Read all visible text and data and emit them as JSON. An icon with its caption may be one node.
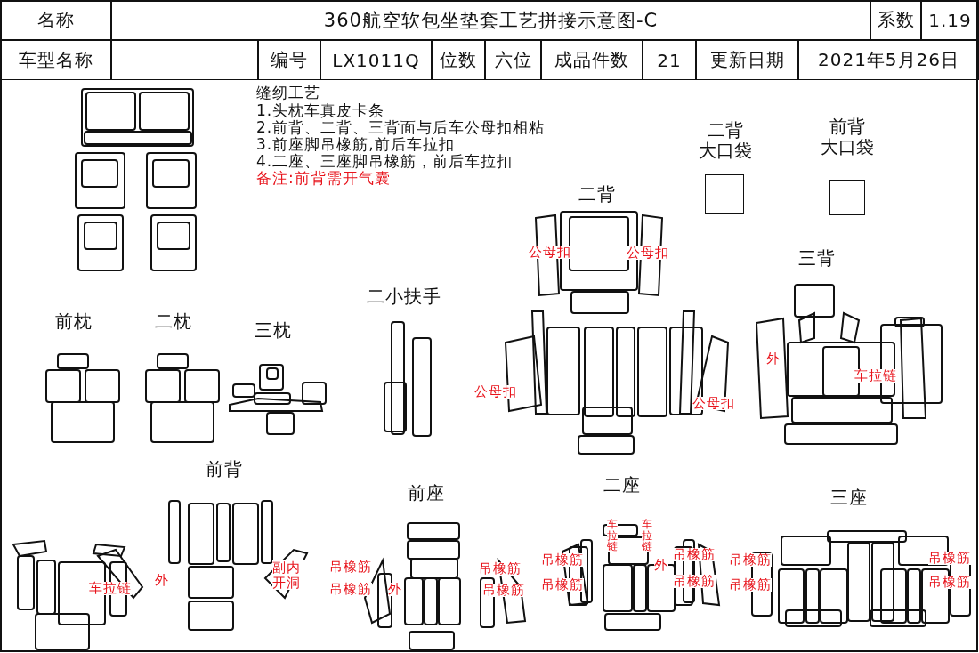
{
  "diagram": {
    "nodes": [
      {
        "text": [
          "二背",
          "大口袋"
        ]
      },
      {
        "text": [
          "前背",
          "大口袋"
        ]
      }
    ],
    "edges": [],
    "labels": [
      "名称",
      "360航空软包坐垫套工艺拼接示意图-C",
      "系数",
      "1.19",
      "车型名称",
      "编号",
      "LX1011Q",
      "位数",
      "六位",
      "成品件数",
      "21",
      "更新日期",
      "2021年5月26日",
      "缝纫工艺",
      "1.头枕车真皮卡条",
      "2.前背、二背、三背面与后车公母扣相粘",
      "3.前座脚吊橡筋,前后车拉扣",
      "4.二座、三座脚吊橡筋，前后车拉扣",
      "备注:前背需开气囊",
      "二背",
      "公母扣",
      "公母扣",
      "三背",
      "前枕",
      "二枕",
      "三枕",
      "二小扶手",
      "外",
      "车拉链",
      "公母扣",
      "公母扣",
      "前背",
      "二座",
      "前座",
      "三座",
      "车拉链",
      "车拉链",
      "车拉链",
      "外",
      "副内开洞",
      "吊橡筋",
      "吊橡筋",
      "外",
      "吊橡筋",
      "吊橡筋",
      "吊橡筋",
      "吊橡筋",
      "外",
      "吊橡筋",
      "吊橡筋",
      "吊橡筋",
      "吊橡筋",
      "吊橡筋",
      "吊橡筋"
    ]
  }
}
